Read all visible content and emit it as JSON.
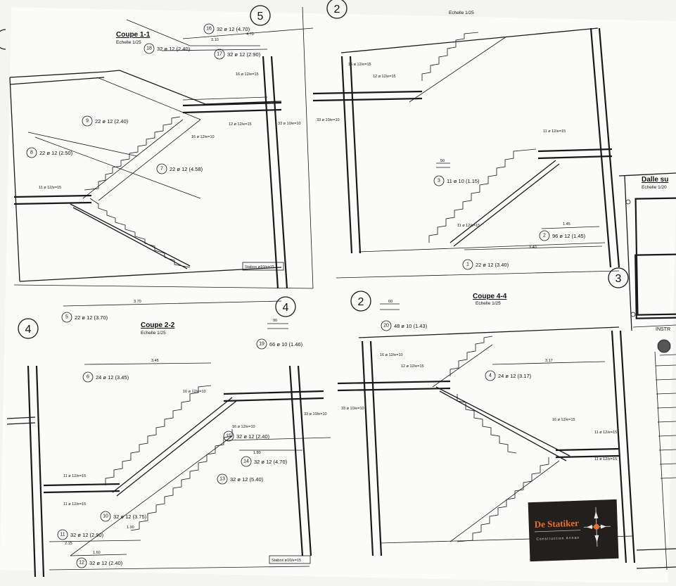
{
  "sections": {
    "s11": {
      "title": "Coupe 1-1",
      "scale": "Echelle 1/25"
    },
    "s22": {
      "title": "Coupe 2-2",
      "scale": "Echelle 1/25"
    },
    "s44": {
      "title": "Coupe 4-4",
      "scale": "Echelle 1/25"
    },
    "stop": {
      "scale": "Echelle 1/25"
    },
    "dalle": {
      "title": "Dalle su",
      "scale": "Echelle 1/20"
    },
    "instr": {
      "title": "INSTR"
    }
  },
  "axes": [
    "5",
    "2",
    "4",
    "4",
    "2",
    "3"
  ],
  "bars": {
    "b16": "16",
    "b16t": "32 ø 12 (4.70)",
    "b18": "18",
    "b18t": "32 ø 12 (2.40)",
    "b17": "17",
    "b17t": "32 ø 12 (2.90)",
    "b9": "9",
    "b9t": "22 ø 12 (2.40)",
    "b8": "8",
    "b8t": "22 ø 12 (2.50)",
    "b7": "7",
    "b7t": "22 ø 12 (4.58)",
    "b3": "3",
    "b3t": "11 ø 10 (1.15)",
    "b2": "2",
    "b2t": "96 ø 12 (1.45)",
    "b1": "1",
    "b1t": "22 ø 12 (3.40)",
    "b5": "5",
    "b5t": "22 ø 12 (3.70)",
    "b6": "6",
    "b6t": "24 ø 12 (3.45)",
    "b19": "19",
    "b19t": "66 ø 10 (1.46)",
    "b20": "20",
    "b20t": "48 ø 10 (1.43)",
    "b4": "4",
    "b4t": "24 ø 12 (3.17)",
    "b15": "15",
    "b15t": "32 ø 12 (2.40)",
    "b14": "14",
    "b14t": "32 ø 12 (4.70)",
    "b13": "13",
    "b13t": "32 ø 12 (5.40)",
    "b10": "10",
    "b10t": "32 ø 12 (3.75)",
    "b11": "11",
    "b11t": "32 ø 12 (2.90)",
    "b12": "12",
    "b12t": "32 ø 12 (2.40)"
  },
  "dims": {
    "d470": "4.70",
    "d310": "3.10",
    "d180": "1.80",
    "d145": "1.45",
    "d340": "3.40",
    "d370": "3.70",
    "d345": "3.45",
    "d317": "3.17",
    "d190": "1.90",
    "d215": "2.15",
    "d160": "1.60",
    "d50": "50",
    "d60": "60",
    "d90": "90"
  },
  "small": {
    "s1": "16 ø 12/e=15",
    "s2": "12 ø 12/e=15",
    "s3": "11 ø 12/e=15",
    "s4": "33 ø 10/e=10",
    "s5": "16 ø 12/e=10",
    "s6": "Stabox ø10/e=15"
  },
  "logo": {
    "name": "De Statiker",
    "sub": "Construction Annan"
  }
}
